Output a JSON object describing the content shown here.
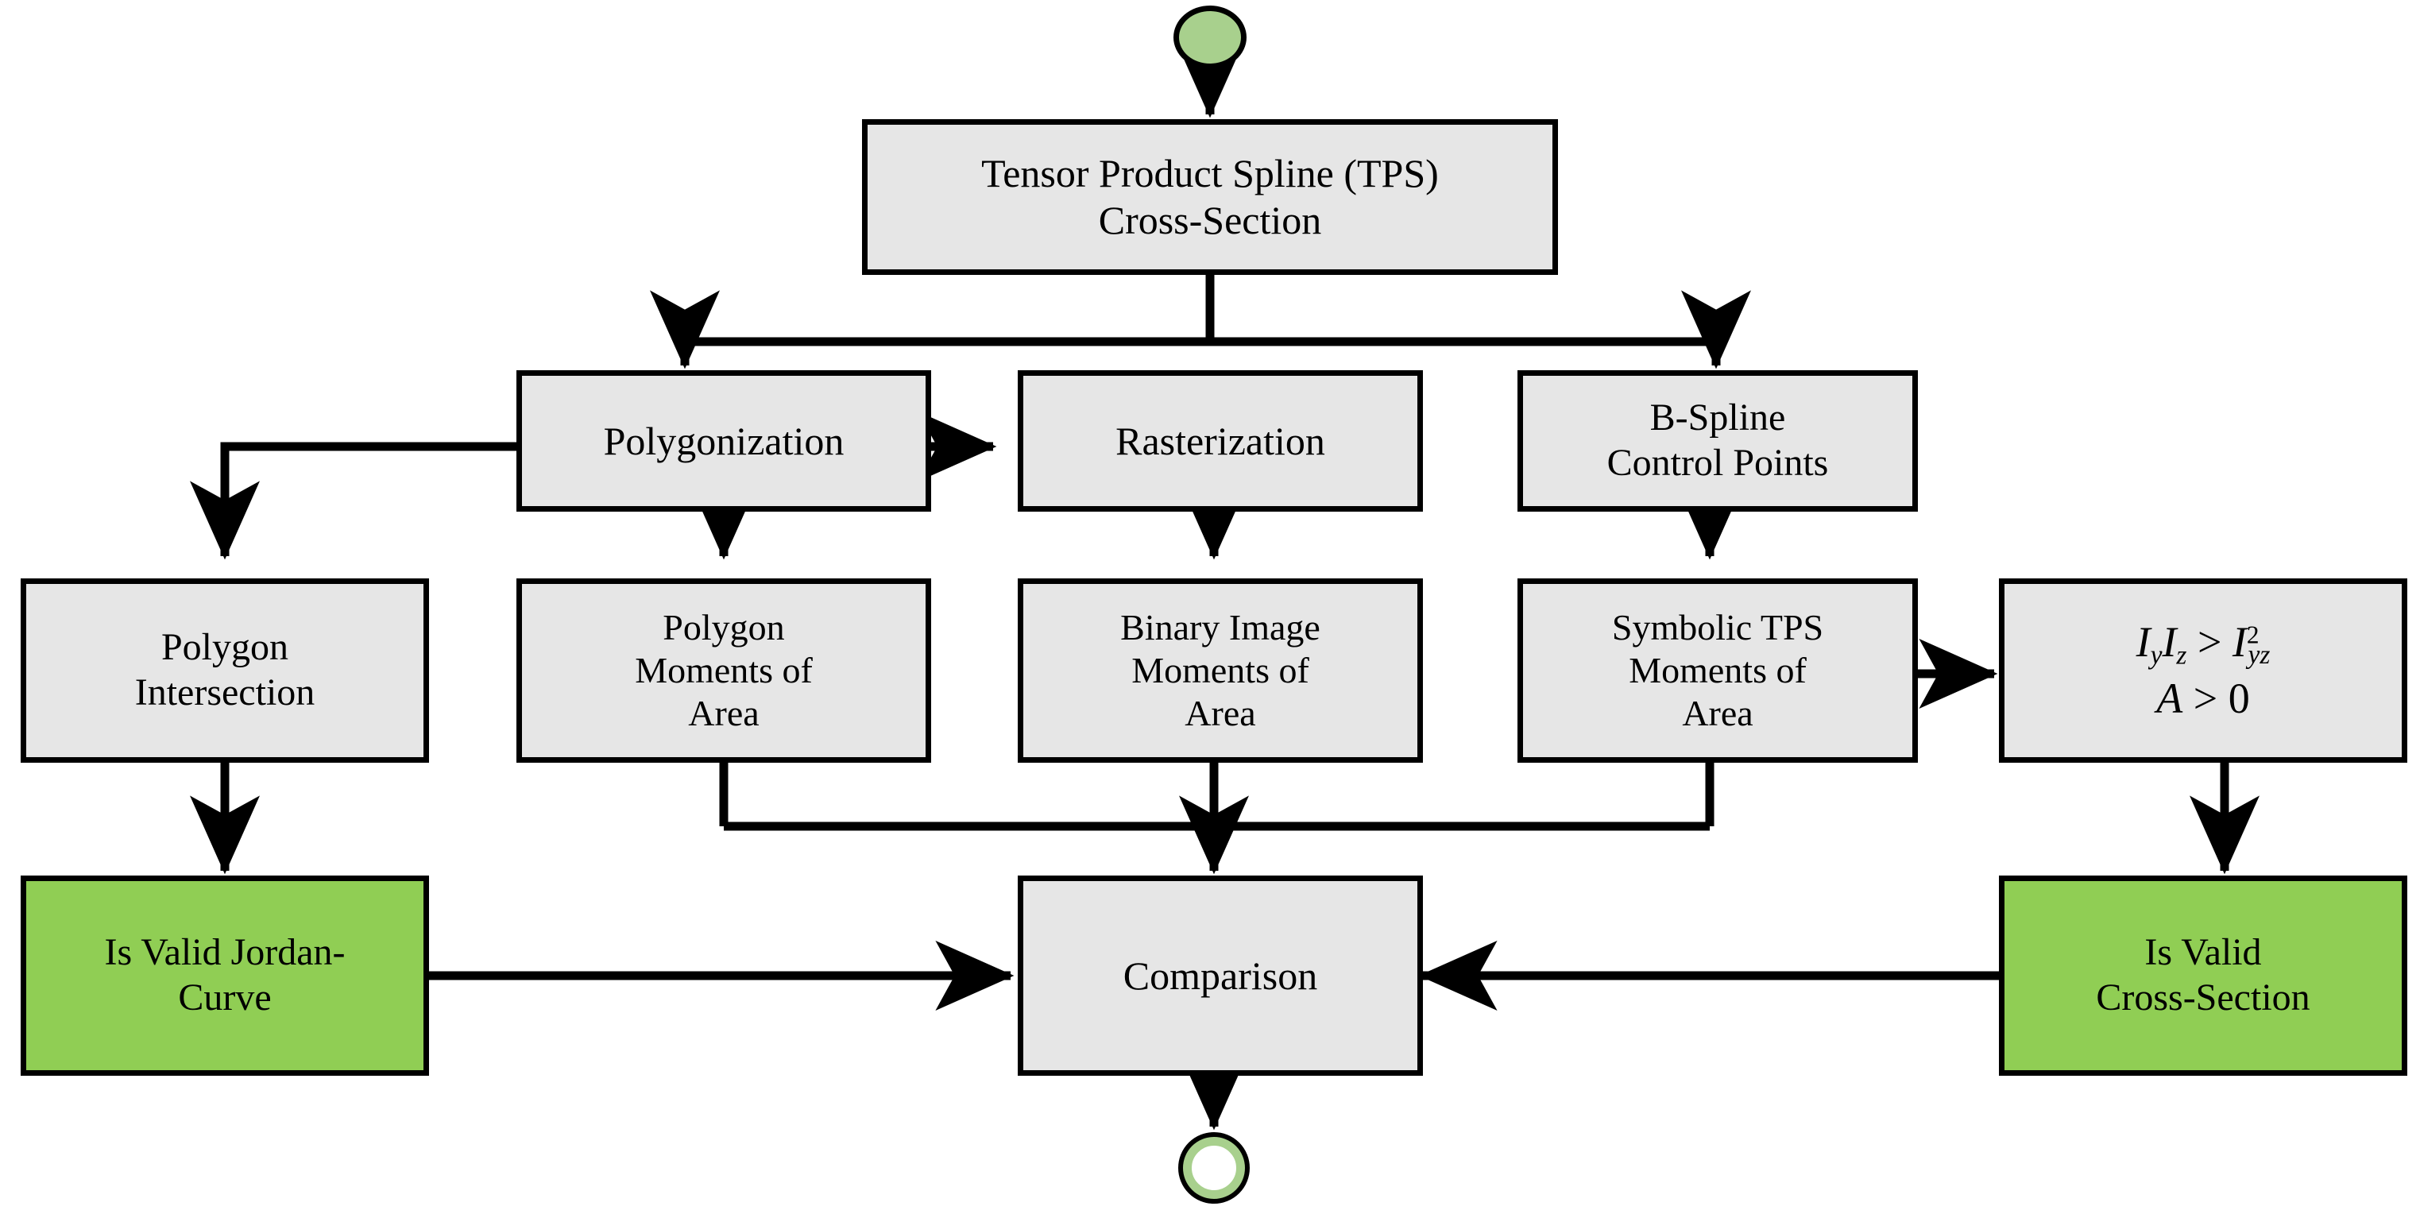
{
  "diagram": {
    "title": "TPS Cross-Section Validation Flowchart",
    "type": "flowchart",
    "colors": {
      "process_fill": "#e6e6e6",
      "valid_fill": "#90ce54",
      "start_fill": "#a8d08d",
      "end_ring": "#a8d08d",
      "stroke": "#000000",
      "background": "#ffffff"
    },
    "start_node": {
      "name": "start",
      "shape": "filled-circle"
    },
    "end_node": {
      "name": "end",
      "shape": "ring-circle"
    },
    "nodes": [
      {
        "id": "tps",
        "kind": "process",
        "lines": [
          "Tensor Product Spline (TPS)",
          "Cross-Section"
        ]
      },
      {
        "id": "polygonization",
        "kind": "process",
        "lines": [
          "Polygonization"
        ]
      },
      {
        "id": "rasterization",
        "kind": "process",
        "lines": [
          "Rasterization"
        ]
      },
      {
        "id": "bspline",
        "kind": "process",
        "lines": [
          "B-Spline",
          "Control Points"
        ]
      },
      {
        "id": "polygon_intersection",
        "kind": "process",
        "lines": [
          "Polygon",
          "Intersection"
        ]
      },
      {
        "id": "polygon_moments",
        "kind": "process",
        "lines": [
          "Polygon",
          "Moments of",
          "Area"
        ]
      },
      {
        "id": "binary_moments",
        "kind": "process",
        "lines": [
          "Binary Image",
          "Moments of",
          "Area"
        ]
      },
      {
        "id": "symbolic_moments",
        "kind": "process",
        "lines": [
          "Symbolic TPS",
          "Moments of",
          "Area"
        ]
      },
      {
        "id": "inequality",
        "kind": "process-math",
        "lines": [
          "Iy Iz > Iyz^2",
          "A > 0"
        ]
      },
      {
        "id": "valid_jordan",
        "kind": "valid",
        "lines": [
          "Is Valid Jordan-",
          "Curve"
        ]
      },
      {
        "id": "comparison",
        "kind": "process",
        "lines": [
          "Comparison"
        ]
      },
      {
        "id": "valid_cross_section",
        "kind": "valid",
        "lines": [
          "Is Valid",
          "Cross-Section"
        ]
      }
    ],
    "math": {
      "inequality_line1": {
        "i": "I",
        "sub_y": "y",
        "sub_z": "z",
        "gt": ">",
        "sup_2": "2",
        "sub_yz": "yz"
      },
      "inequality_line2": {
        "a": "A",
        "gt": ">",
        "zero": "0"
      }
    },
    "edges": [
      {
        "from": "start",
        "to": "tps"
      },
      {
        "from": "tps",
        "to": "polygonization"
      },
      {
        "from": "tps",
        "to": "bspline"
      },
      {
        "from": "polygonization",
        "to": "polygon_intersection"
      },
      {
        "from": "polygonization",
        "to": "rasterization"
      },
      {
        "from": "polygonization",
        "to": "polygon_moments"
      },
      {
        "from": "rasterization",
        "to": "binary_moments"
      },
      {
        "from": "bspline",
        "to": "symbolic_moments"
      },
      {
        "from": "symbolic_moments",
        "to": "inequality"
      },
      {
        "from": "polygon_intersection",
        "to": "valid_jordan"
      },
      {
        "from": "polygon_moments",
        "to": "comparison"
      },
      {
        "from": "binary_moments",
        "to": "comparison"
      },
      {
        "from": "symbolic_moments",
        "to": "comparison"
      },
      {
        "from": "inequality",
        "to": "valid_cross_section"
      },
      {
        "from": "valid_jordan",
        "to": "comparison"
      },
      {
        "from": "valid_cross_section",
        "to": "comparison"
      },
      {
        "from": "comparison",
        "to": "end"
      }
    ]
  }
}
